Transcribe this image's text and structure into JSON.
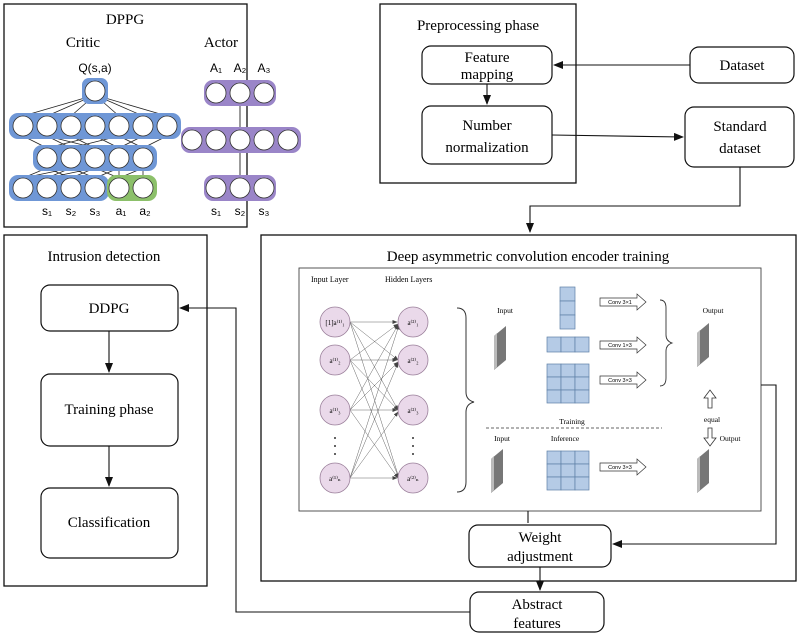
{
  "dppg": {
    "title": "DPPG",
    "critic_label": "Critic",
    "actor_label": "Actor",
    "q_label": "Q(s,a)",
    "actor_outputs": [
      "A₁",
      "A₂",
      "A₃"
    ],
    "critic_inputs": [
      "s₁",
      "s₂",
      "s₃",
      "a₁",
      "a₂"
    ],
    "actor_inputs": [
      "s₁",
      "s₂",
      "s₃"
    ],
    "colors": {
      "blue": "#6f97d6",
      "purple": "#9a85c8",
      "green": "#8cc06a",
      "node": "#ffffff"
    }
  },
  "preprocessing": {
    "title": "Preprocessing phase",
    "feature_mapping": [
      "Feature",
      "mapping"
    ],
    "number_normalization": [
      "Number",
      "normalization"
    ],
    "dataset": "Dataset",
    "standard_dataset": [
      "Standard",
      "dataset"
    ]
  },
  "intrusion": {
    "title": "Intrusion detection",
    "ddpg": "DDPG",
    "training_phase": "Training phase",
    "classification": "Classification"
  },
  "encoder": {
    "title": "Deep asymmetric convolution encoder training",
    "input_layer": "Input Layer",
    "hidden_layers": "Hidden Layers",
    "input_nodes": [
      "[1]a⁽¹⁾₁",
      "a⁽¹⁾₂",
      "a⁽¹⁾₃",
      "a⁽¹⁾ₙ"
    ],
    "hidden_nodes": [
      "a⁽²⁾₁",
      "a⁽²⁾₂",
      "a⁽²⁾₃",
      "a⁽²⁾ₙ"
    ],
    "dots": "·\n·\n·",
    "input_label": "Input",
    "output_label": "Output",
    "training_label": "Training",
    "inference_label": "Inference",
    "equal_label": "equal",
    "conv_labels": [
      "Conv 3×1",
      "Conv 1×3",
      "Conv 3×3",
      "Conv 3×3"
    ]
  },
  "weight_adjustment": [
    "Weight",
    "adjustment"
  ],
  "abstract_features": [
    "Abstract",
    "features"
  ]
}
